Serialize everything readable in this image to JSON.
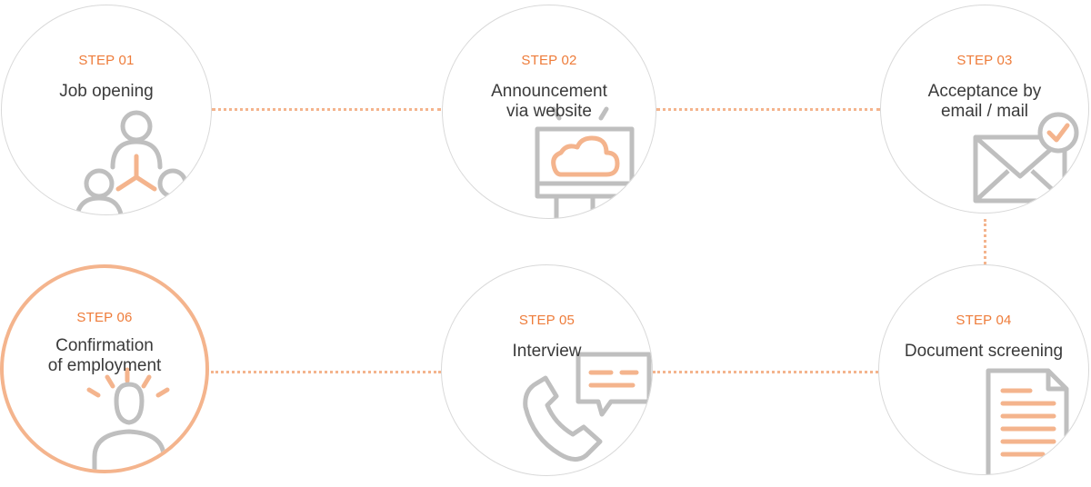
{
  "steps": [
    {
      "label": "STEP 01",
      "title_lines": [
        "Job opening"
      ],
      "icon": "team-icon"
    },
    {
      "label": "STEP 02",
      "title_lines": [
        "Announcement",
        "via website"
      ],
      "icon": "monitor-cloud-icon"
    },
    {
      "label": "STEP 03",
      "title_lines": [
        "Acceptance by",
        "email / mail"
      ],
      "icon": "envelope-check-icon"
    },
    {
      "label": "STEP 04",
      "title_lines": [
        "Document screening"
      ],
      "icon": "document-icon"
    },
    {
      "label": "STEP 05",
      "title_lines": [
        "Interview"
      ],
      "icon": "phone-chat-icon"
    },
    {
      "label": "STEP 06",
      "title_lines": [
        "Confirmation",
        "of employment"
      ],
      "icon": "person-confirmed-icon"
    }
  ],
  "colors": {
    "accent": "#ee7c3a",
    "accent_light": "#f4b48d",
    "icon_gray": "#bfbfbf",
    "border": "#d9d9d9",
    "title_text": "#3a3a3a"
  }
}
